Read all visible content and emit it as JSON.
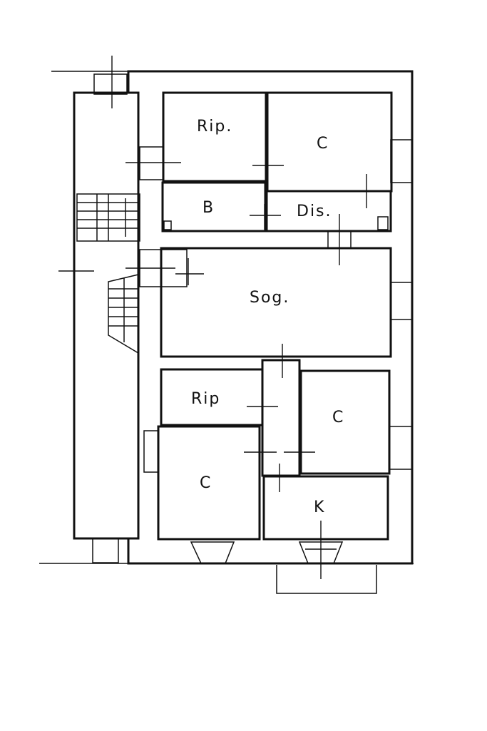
{
  "rooms": {
    "rip_top": "Rip.",
    "c_top": "C",
    "b": "B",
    "dis": "Dis.",
    "sog": "Sog.",
    "rip_mid": "Rip",
    "c_right": "C",
    "c_bottom": "C",
    "k": "K"
  },
  "colors": {
    "line": "#111111",
    "background": "#ffffff"
  }
}
